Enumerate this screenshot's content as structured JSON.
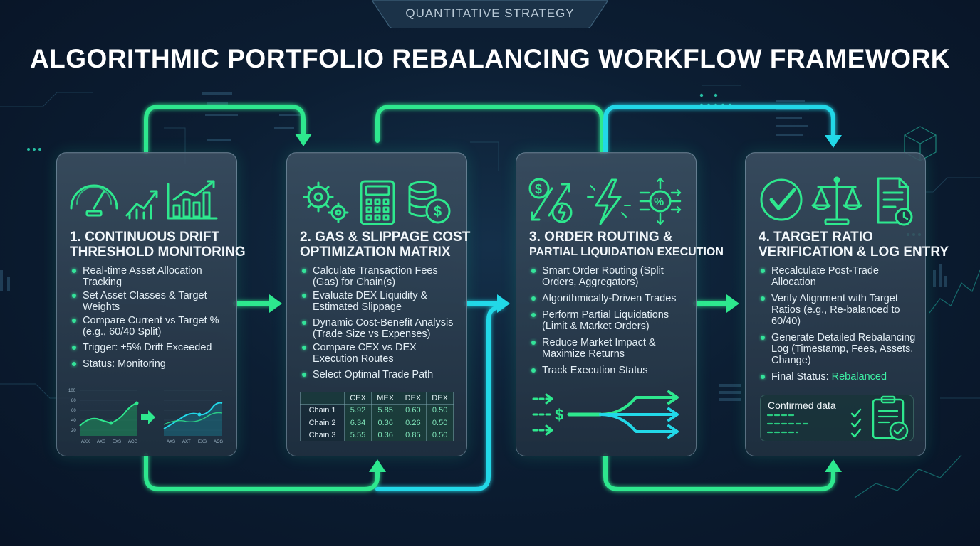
{
  "header": {
    "tag": "QUANTITATIVE STRATEGY",
    "title": "ALGORITHMIC PORTFOLIO REBALANCING WORKFLOW FRAMEWORK"
  },
  "colors": {
    "accent_green": "#2ee88e",
    "accent_cyan": "#22d8e8",
    "background": "#0c1e33",
    "card_border": "#a8c4d8"
  },
  "steps": [
    {
      "title_line1": "1. CONTINUOUS DRIFT",
      "title_line2": "THRESHOLD MONITORING",
      "icons": [
        "speedometer-icon",
        "trend-up-icon",
        "bar-chart-up-icon"
      ],
      "bullets": [
        "Real-time Asset Allocation Tracking",
        "Set Asset Classes & Target Weights",
        "Compare Current vs Target % (e.g., 60/40 Split)",
        "Trigger: ±5% Drift Exceeded",
        "Status: Monitoring"
      ],
      "mini_chart": {
        "y_ticks": [
          "100",
          "80",
          "60",
          "40",
          "20"
        ],
        "x_ticks_left": [
          "AXX",
          "AXS",
          "EXS",
          "ACG"
        ],
        "x_ticks_right": [
          "AXS",
          "AXT",
          "EXS",
          "ACG"
        ]
      }
    },
    {
      "title_line1": "2. GAS & SLIPPAGE COST",
      "title_line2": "OPTIMIZATION MATRIX",
      "icons": [
        "gears-icon",
        "calculator-icon",
        "coins-icon"
      ],
      "bullets": [
        "Calculate Transaction Fees (Gas) for Chain(s)",
        "Evaluate DEX Liquidity & Estimated Slippage",
        "Dynamic Cost-Benefit Analysis (Trade Size vs Expenses)",
        "Compare CEX vs DEX Execution Routes",
        "Select Optimal Trade Path"
      ],
      "matrix": {
        "headers": [
          "",
          "CEX",
          "MEX",
          "DEX",
          "DEX"
        ],
        "rows": [
          {
            "label": "Chain 1",
            "values": [
              "5.92",
              "5.85",
              "0.60",
              "0.50"
            ]
          },
          {
            "label": "Chain 2",
            "values": [
              "6.34",
              "0.36",
              "0.26",
              "0.50"
            ]
          },
          {
            "label": "Chain 3",
            "values": [
              "5.55",
              "0.36",
              "0.85",
              "0.50"
            ]
          }
        ]
      }
    },
    {
      "title_line1": "3. ORDER ROUTING &",
      "title_line2": "PARTIAL LIQUIDATION EXECUTION",
      "icons": [
        "currency-exchange-icon",
        "lightning-icon",
        "percent-routing-icon"
      ],
      "bullets": [
        "Smart Order Routing (Split Orders, Aggregators)",
        "Algorithmically-Driven Trades",
        "Perform Partial Liquidations (Limit & Market Orders)",
        "Reduce Market Impact & Maximize Returns",
        "Track Execution Status"
      ],
      "route_symbol": "$"
    },
    {
      "title_line1": "4. TARGET RATIO",
      "title_line2": "VERIFICATION & LOG ENTRY",
      "icons": [
        "check-circle-icon",
        "balance-scale-icon",
        "document-clock-icon"
      ],
      "bullets": [
        "Recalculate Post-Trade Allocation",
        "Verify Alignment with Target Ratios (e.g., Re-balanced to 60/40)",
        "Generate Detailed Rebalancing Log (Timestamp, Fees, Assets, Change)"
      ],
      "final_status_label": "Final Status:",
      "final_status_value": "Rebalanced",
      "confirmed_label": "Confirmed data"
    }
  ]
}
